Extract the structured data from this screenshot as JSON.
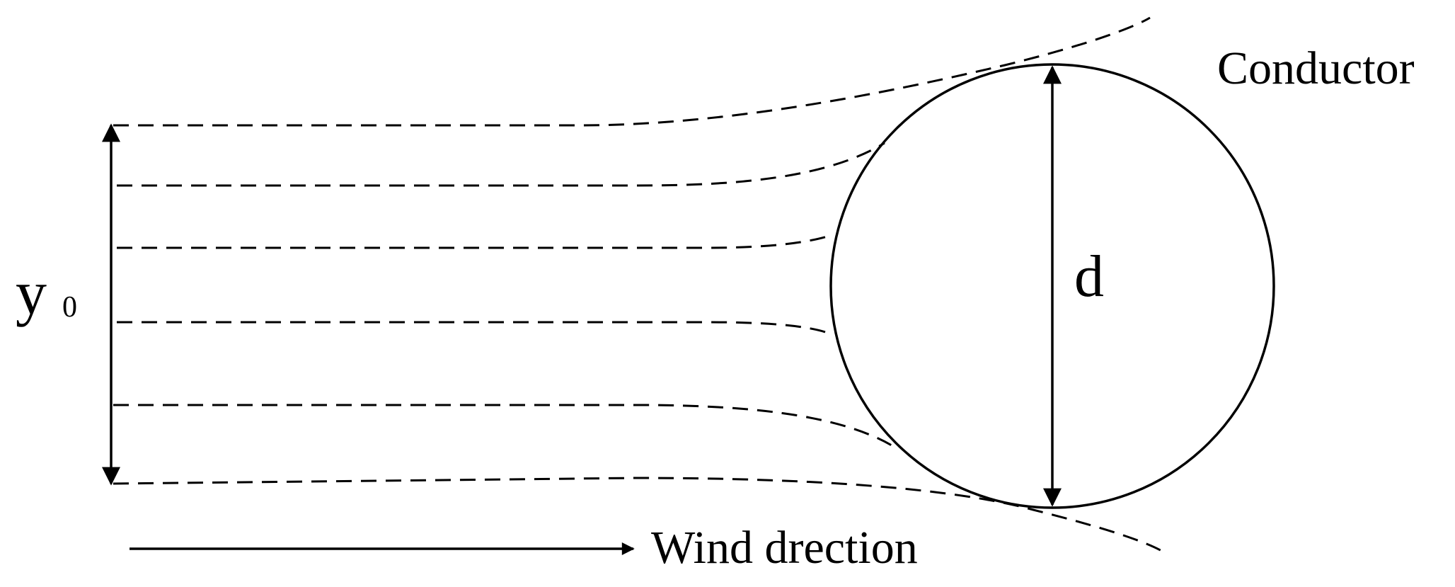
{
  "labels": {
    "conductor": "Conductor",
    "diameter": "d",
    "y_symbol": "y",
    "y_subscript": "0",
    "wind": "Wind drection"
  },
  "colors": {
    "stroke": "#000000",
    "background": "#ffffff"
  }
}
